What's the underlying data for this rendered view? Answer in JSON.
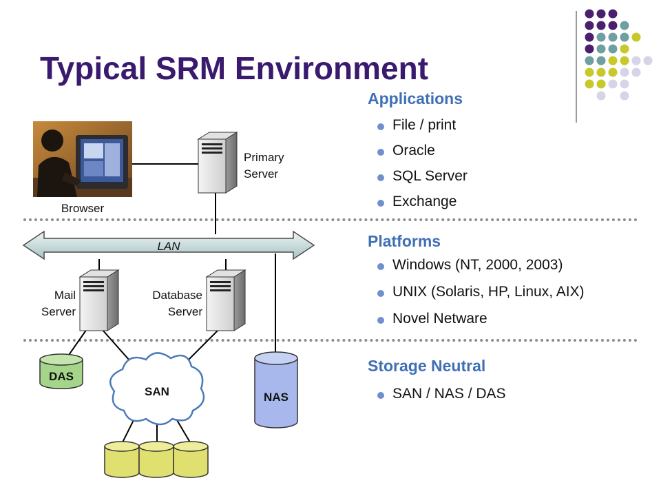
{
  "title": "Typical SRM Environment",
  "sections": {
    "applications": {
      "heading": "Applications",
      "items": [
        "File / print",
        "Oracle",
        "SQL Server",
        "Exchange"
      ]
    },
    "platforms": {
      "heading": "Platforms",
      "items": [
        "Windows (NT, 2000, 2003)",
        "UNIX (Solaris, HP, Linux, AIX)",
        "Novel Netware"
      ]
    },
    "storage": {
      "heading": "Storage Neutral",
      "items": [
        "SAN / NAS / DAS"
      ]
    }
  },
  "diagram": {
    "browser_label": "Browser",
    "primary_server_label": [
      "Primary",
      "Server"
    ],
    "lan_label": "LAN",
    "mail_server_label": [
      "Mail",
      "Server"
    ],
    "database_server_label": [
      "Database",
      "Server"
    ],
    "das_label": "DAS",
    "san_label": "SAN",
    "nas_label": "NAS"
  },
  "colors": {
    "title": "#3a1a6e",
    "heading": "#3f6fb5",
    "bullet": "#6f8fd0",
    "das": "#a5d58a",
    "nas": "#a8b8ec",
    "disk": "#e0e070",
    "lan": "#c9dada",
    "dot_purple": "#4a1f6e",
    "dot_teal": "#6f9fa0",
    "dot_olive": "#c8c82a",
    "dot_lavender": "#d6d4e8"
  },
  "dot_grid": [
    [
      "dot_purple",
      "dot_purple",
      "dot_purple",
      "",
      "",
      ""
    ],
    [
      "dot_purple",
      "dot_purple",
      "dot_purple",
      "dot_teal",
      "",
      ""
    ],
    [
      "dot_purple",
      "dot_teal",
      "dot_teal",
      "dot_teal",
      "dot_olive",
      ""
    ],
    [
      "dot_purple",
      "dot_teal",
      "dot_teal",
      "dot_olive",
      "",
      ""
    ],
    [
      "dot_teal",
      "dot_teal",
      "dot_olive",
      "dot_olive",
      "dot_lavender",
      "dot_lavender"
    ],
    [
      "dot_olive",
      "dot_olive",
      "dot_olive",
      "dot_lavender",
      "dot_lavender",
      ""
    ],
    [
      "dot_olive",
      "dot_olive",
      "dot_lavender",
      "dot_lavender",
      "",
      ""
    ],
    [
      "",
      "dot_lavender",
      "",
      "dot_lavender",
      "",
      ""
    ]
  ]
}
